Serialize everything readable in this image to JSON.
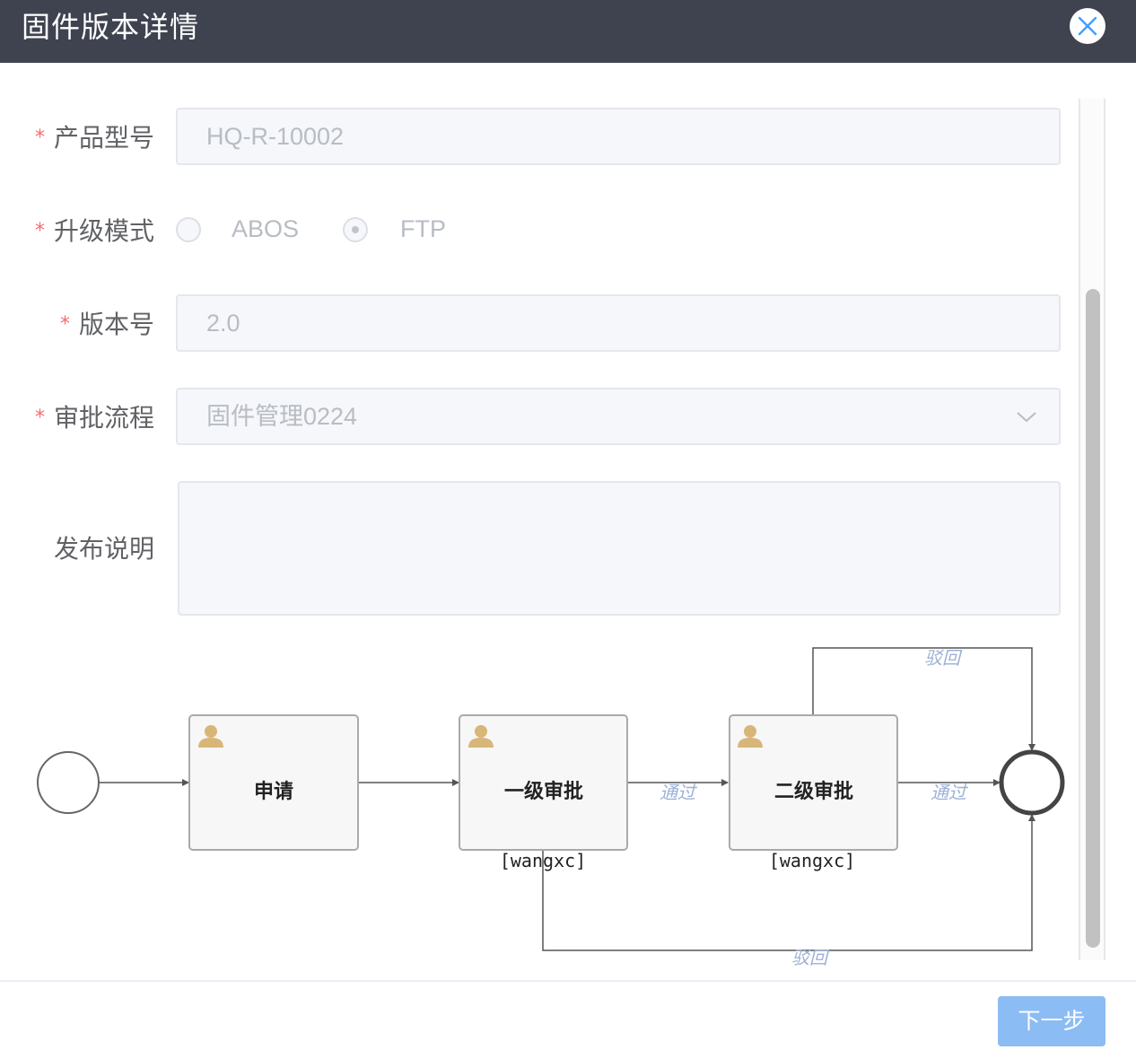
{
  "dialog": {
    "title": "固件版本详情",
    "close_icon": "close-icon"
  },
  "form": {
    "product_model": {
      "label": "产品型号",
      "required_mark": "*",
      "value": "HQ-R-10002"
    },
    "upgrade_mode": {
      "label": "升级模式",
      "required_mark": "*",
      "options": [
        {
          "label": "ABOS",
          "selected": false
        },
        {
          "label": "FTP",
          "selected": true
        }
      ]
    },
    "version": {
      "label": "版本号",
      "required_mark": "*",
      "value": "2.0"
    },
    "approval_flow": {
      "label": "审批流程",
      "required_mark": "*",
      "value": "固件管理0224",
      "icon": "chevron-down-icon"
    },
    "release_notes": {
      "label": "发布说明",
      "value": ""
    }
  },
  "flow": {
    "nodes": [
      {
        "label": "申请",
        "assignee": ""
      },
      {
        "label": "一级审批",
        "assignee": "[wangxc]"
      },
      {
        "label": "二级审批",
        "assignee": "[wangxc]"
      }
    ],
    "edges": {
      "pass_1": "通过",
      "pass_2": "通过",
      "reject_top": "驳回",
      "reject_bottom": "驳回"
    },
    "user_icon": "user-icon"
  },
  "footer": {
    "next_label": "下一步"
  }
}
